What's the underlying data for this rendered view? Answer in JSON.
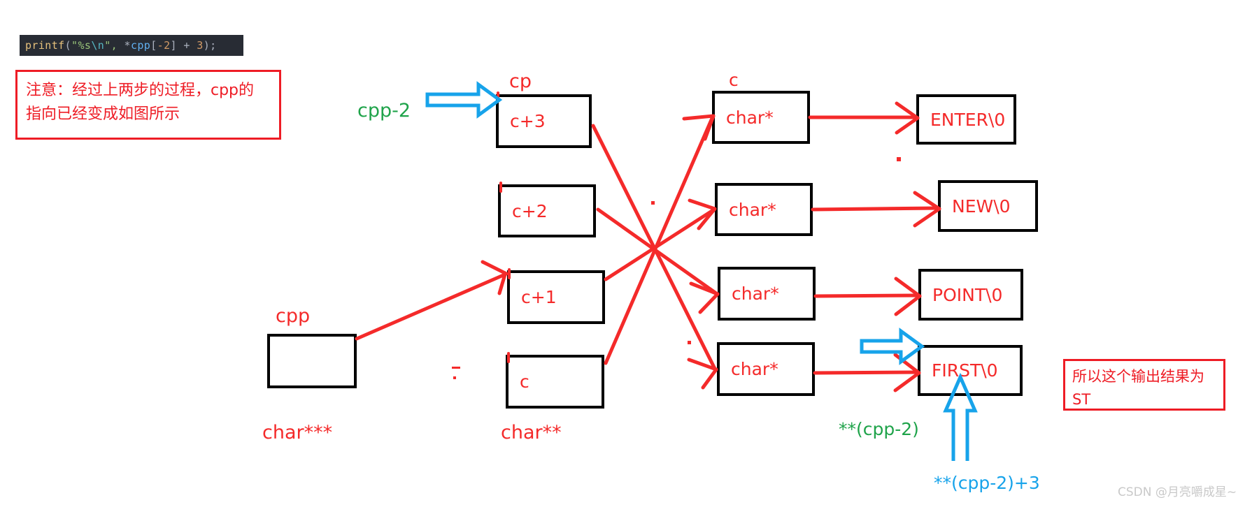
{
  "code": {
    "full": "printf(\"%s\\n\", *cpp[-2] + 3);",
    "fn": "printf",
    "open_paren": "(",
    "str_open": "\"%s",
    "escape": "\\n",
    "str_close": "\", ",
    "deref": "*",
    "var": "cpp",
    "index_open": "[",
    "index_num": "-2",
    "index_close": "]",
    "plus": " + ",
    "num": "3",
    "close": ");"
  },
  "notes": {
    "top": {
      "line1": "注意：经过上两步的过程，cpp的",
      "line2": "指向已经变成如图所示"
    },
    "result": {
      "line1": "所以这个输出结果为",
      "line2": "ST"
    }
  },
  "labels": {
    "cpp_minus_2": "cpp-2",
    "cp": "cp",
    "c": "c",
    "cpp": "cpp",
    "char3star": "char***",
    "char2star": "char**",
    "deref_cpp_minus_2": "**(cpp-2)",
    "deref_cpp_minus_2_plus_3": "**(cpp-2)+3",
    "watermark": "CSDN @月亮嚼成星~"
  },
  "cpp_cell": {
    "value": ""
  },
  "cp_array": [
    {
      "value": "c+3"
    },
    {
      "value": "c+2"
    },
    {
      "value": "c+1"
    },
    {
      "value": "c"
    }
  ],
  "c_array": [
    {
      "value": "char*"
    },
    {
      "value": "char*"
    },
    {
      "value": "char*"
    },
    {
      "value": "char*"
    }
  ],
  "strings": [
    {
      "value": "ENTER\\0"
    },
    {
      "value": "NEW\\0"
    },
    {
      "value": "POINT\\0"
    },
    {
      "value": "FIRST\\0"
    }
  ],
  "colors": {
    "red": "#f42a2a",
    "note_red": "#ee1c25",
    "green": "#1fa34a",
    "blue": "#17a3ea",
    "black": "#000000",
    "code_bg": "#282c34"
  }
}
